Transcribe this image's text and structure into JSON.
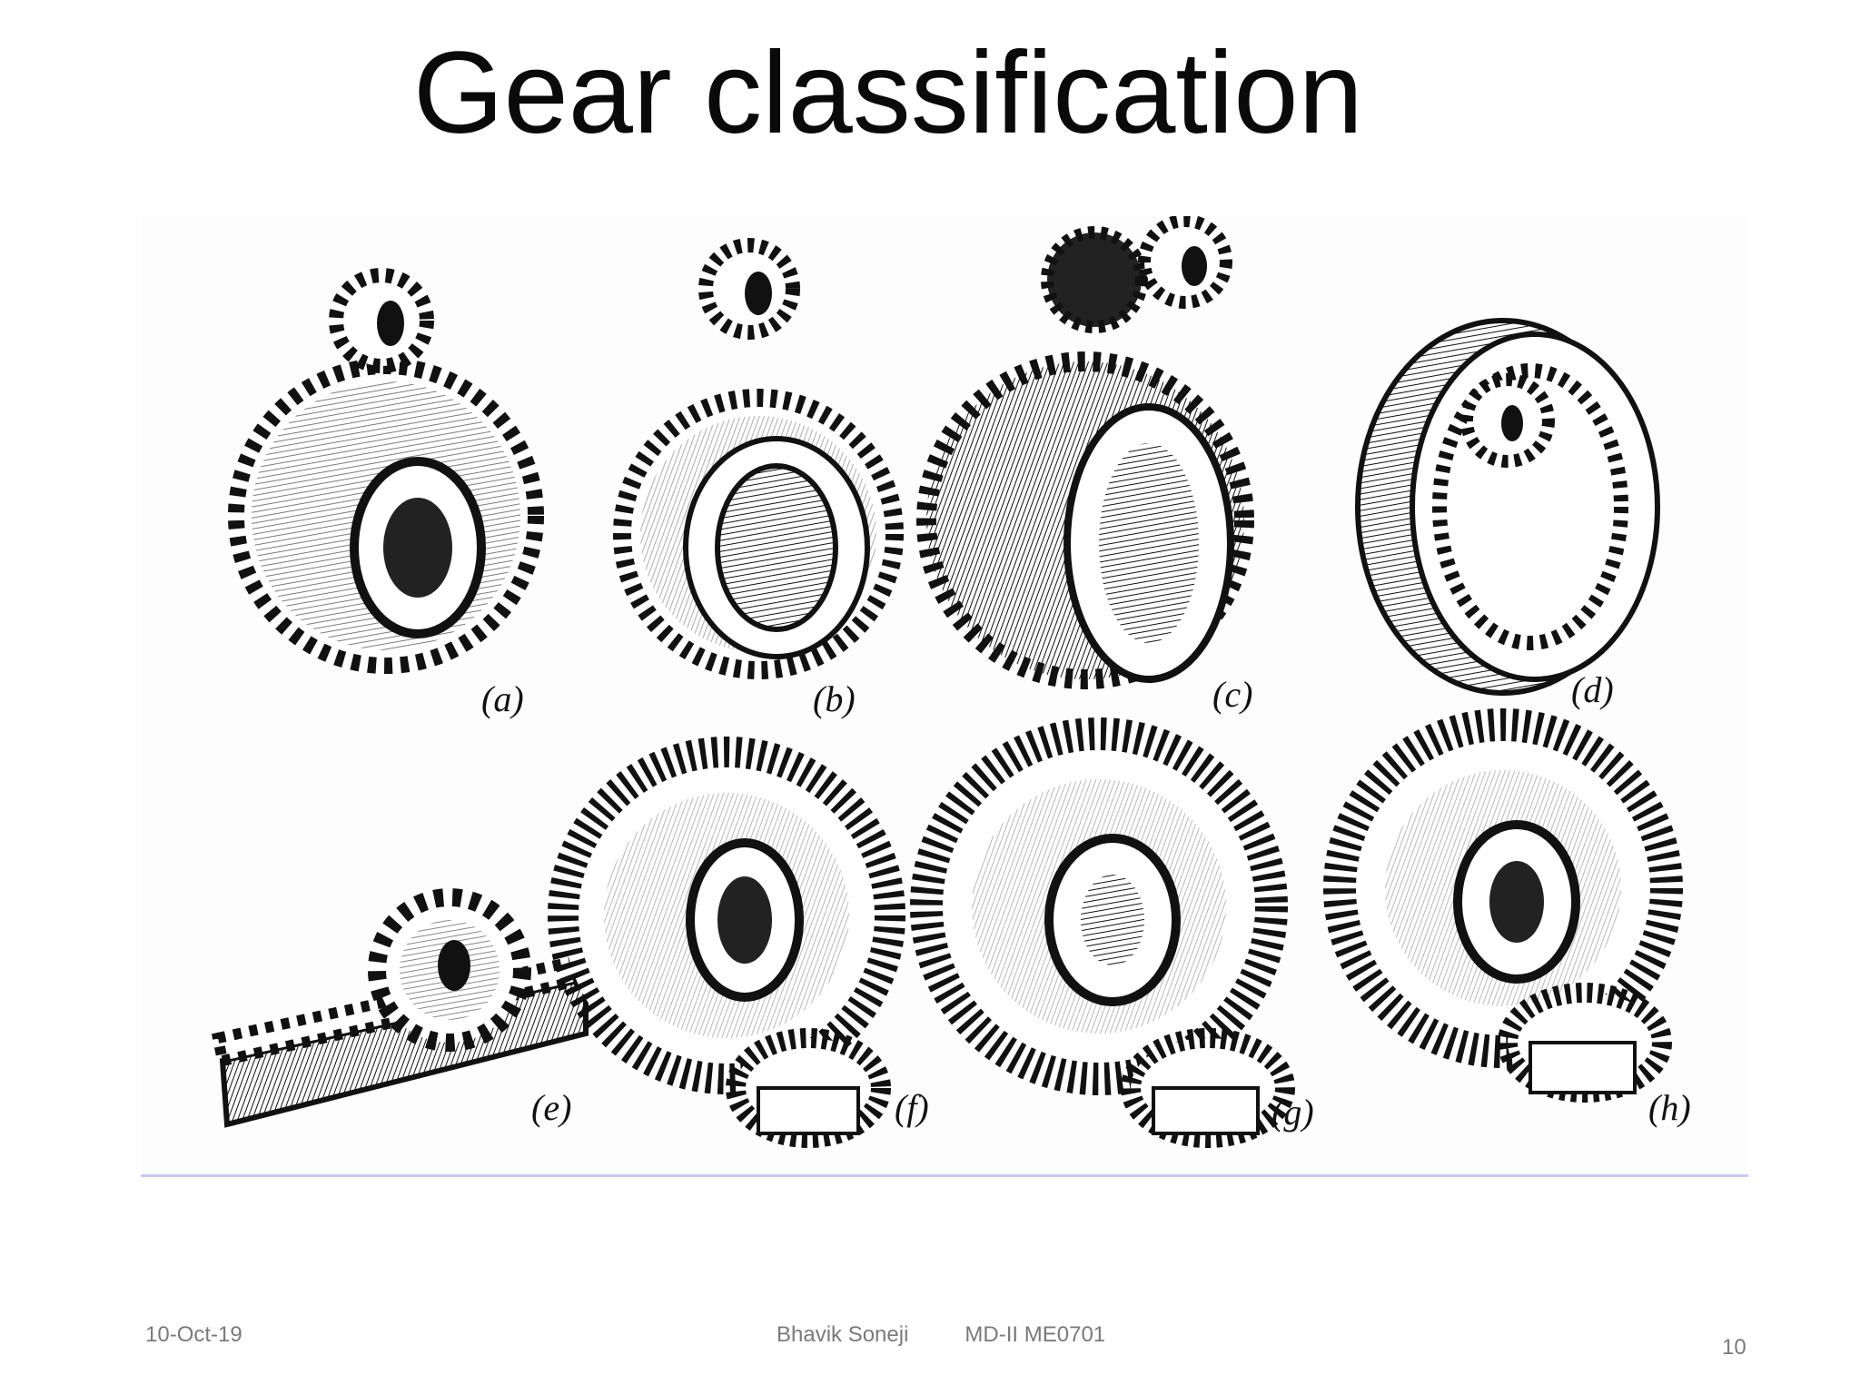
{
  "slide": {
    "title": "Gear classification"
  },
  "figure": {
    "captions": [
      "(a)",
      "(b)",
      "(c)",
      "(d)",
      "(e)",
      "(f)",
      "(g)",
      "(h)"
    ],
    "ink_color": "#111111"
  },
  "footer": {
    "date": "10-Oct-19",
    "author": "Bhavik Soneji",
    "course": "MD-II ME0701",
    "page_number": "10"
  }
}
